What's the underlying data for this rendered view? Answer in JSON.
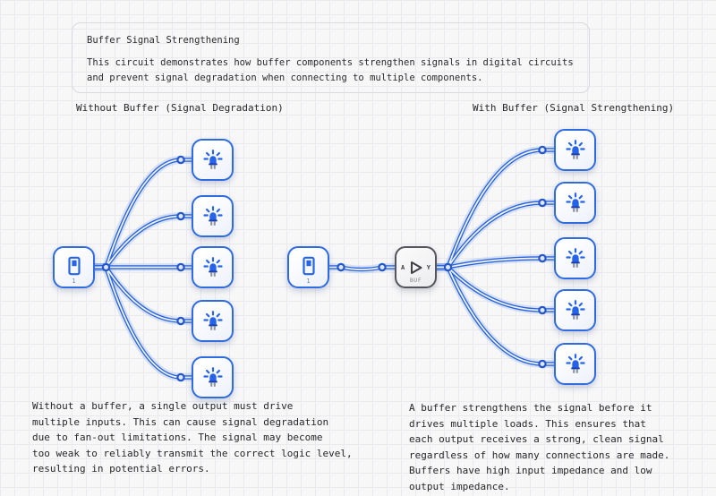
{
  "info_panel": {
    "title": "Buffer Signal Strengthening",
    "description": "This circuit demonstrates how buffer components strengthen signals in digital circuits\nand prevent signal degradation when connecting to multiple components."
  },
  "left_circuit": {
    "heading": "Without Buffer (Signal Degradation)",
    "input_label": "1",
    "led_count": 5,
    "note": "Without a buffer, a single output must drive\nmultiple inputs. This can cause signal degradation\ndue to fan-out limitations. The signal may become\ntoo weak to reliably transmit the correct logic level,\nresulting in potential errors."
  },
  "right_circuit": {
    "heading": "With Buffer (Signal Strengthening)",
    "input_label": "1",
    "buffer": {
      "pin_in": "A",
      "pin_out": "Y",
      "label": "BUF"
    },
    "led_count": 5,
    "note": "A buffer strengthens the signal before it\ndrives multiple loads. This ensures that\neach output receives a strong, clean signal\nregardless of how many connections are made.\nBuffers have high input impedance and low\noutput impedance."
  },
  "colors": {
    "wire": "#2a63d9",
    "node_border": "#2e6be0",
    "led_fill": "#2563eb",
    "buffer_border": "#54555c",
    "background": "#f7f7f8",
    "grid_line": "#e9e9ee",
    "text": "#27272a"
  },
  "icons": {
    "input_node": "toggle-switch-icon",
    "output_node": "led-icon",
    "buffer_node": "buffer-triangle-icon"
  }
}
